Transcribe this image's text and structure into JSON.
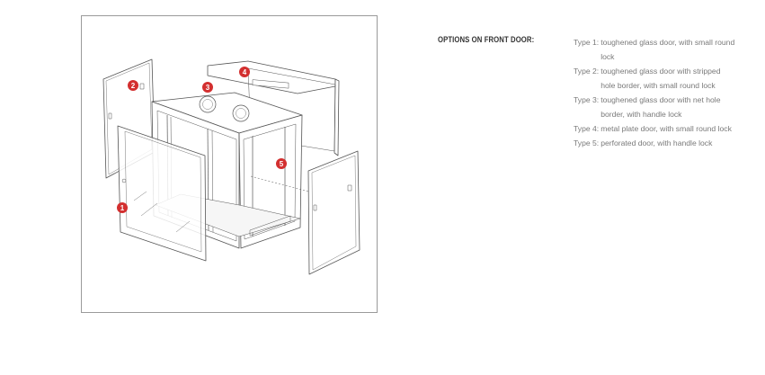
{
  "diagram": {
    "markers": [
      "1",
      "2",
      "3",
      "4",
      "5"
    ],
    "marker_color": "#d32f2f",
    "line_color": "#555555"
  },
  "options": {
    "heading": "OPTIONS ON FRONT DOOR:",
    "items": [
      {
        "type": "Type 1:",
        "text": "toughened glass door, with small round lock"
      },
      {
        "type": "Type 2:",
        "text": "toughened glass door with stripped hole border, with small round lock"
      },
      {
        "type": "Type 3:",
        "text": "toughened glass door with net hole border, with handle lock"
      },
      {
        "type": "Type 4:",
        "text": "metal plate door, with small round lock"
      },
      {
        "type": "Type 5:",
        "text": "perforated door, with handle lock"
      }
    ]
  }
}
